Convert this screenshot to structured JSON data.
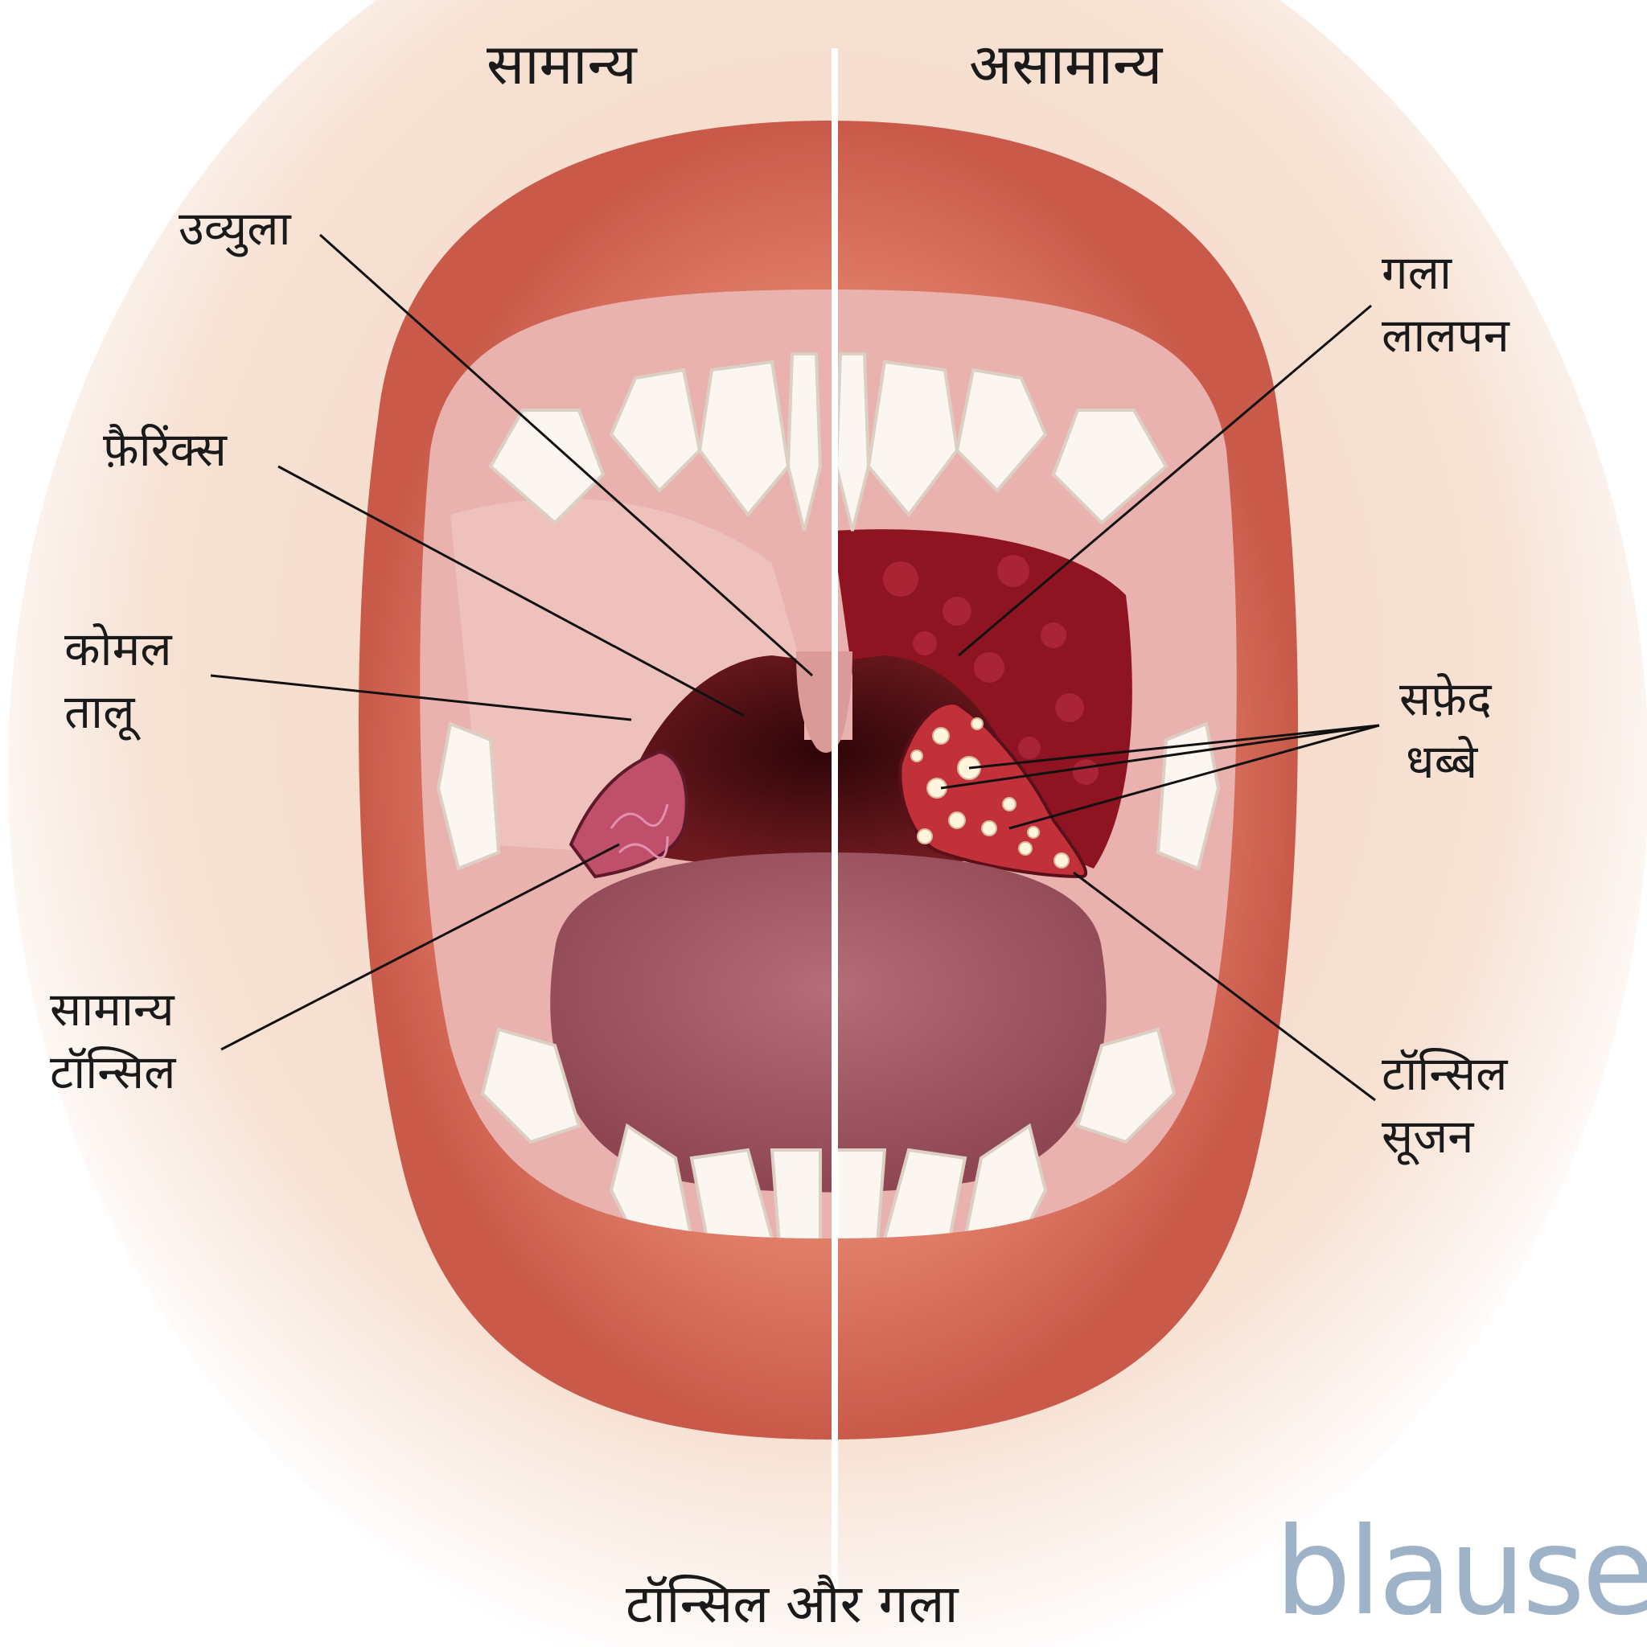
{
  "headers": {
    "normal": "सामान्य",
    "abnormal": "असामान्य"
  },
  "labels": {
    "uvula": "उव्युला",
    "pharynx": "फ़ैरिंक्स",
    "soft_palate": [
      "कोमल",
      "तालू"
    ],
    "normal_tonsil": [
      "सामान्य",
      "टॉन्सिल"
    ],
    "throat_redness": [
      "गला",
      "लालपन"
    ],
    "white_spots": [
      "सफ़ेद",
      "धब्बे"
    ],
    "tonsil_swelling": [
      "टॉन्सिल",
      "सूजन"
    ]
  },
  "title": "टॉन्सिल और गला",
  "logo": "blausen",
  "colors": {
    "lip": "#d9725f",
    "mouth_interior": "#e9b2ae",
    "teeth": "#fbf6ef",
    "throat": "#5a0f14",
    "tongue": "#a65a66",
    "inflamed": "#9e1a28",
    "tonsil_normal": "#c0506a",
    "tonsil_swollen": "#c2303a",
    "white_spot": "#fff4dc"
  }
}
